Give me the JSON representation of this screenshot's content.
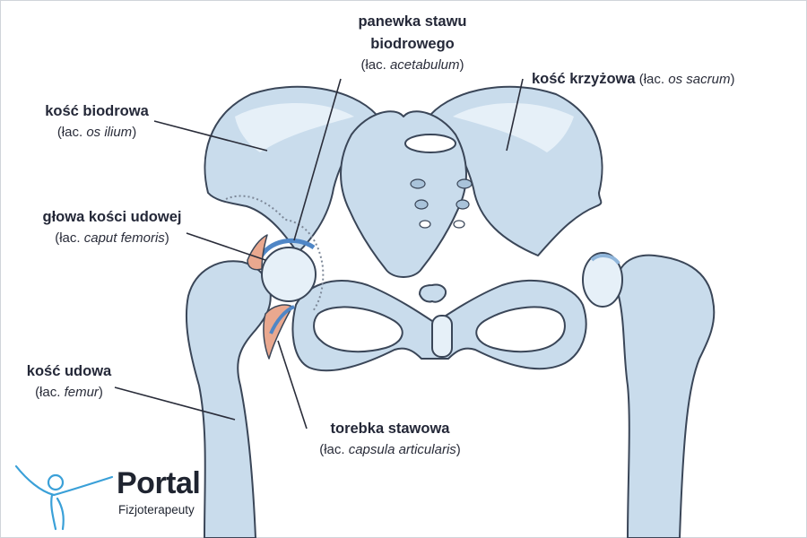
{
  "labels": {
    "ilium": {
      "title": "kość biodrowa",
      "prefix": "(łac. ",
      "latin": "os ilium",
      "suffix": ")"
    },
    "acetabulum": {
      "title_line1": "panewka stawu",
      "title_line2": "biodrowego",
      "prefix": "(łac. ",
      "latin": "acetabulum",
      "suffix": ")"
    },
    "sacrum": {
      "title": "kość krzyżowa",
      "prefix": " (łac. ",
      "latin": "os sacrum",
      "suffix": ")"
    },
    "femoral_head": {
      "title": "głowa kości udowej",
      "prefix": "(łac. ",
      "latin": "caput femoris",
      "suffix": ")"
    },
    "femur": {
      "title": "kość udowa",
      "prefix": "(łac. ",
      "latin": "femur",
      "suffix": ")"
    },
    "capsule": {
      "title": "torebka stawowa",
      "prefix": "(łac. ",
      "latin": "capsula articularis",
      "suffix": ")"
    }
  },
  "logo": {
    "name": "Portal",
    "tagline": "Fizjoterapeuty"
  },
  "colors": {
    "bone_fill": "#c9dcec",
    "bone_shade": "#a9c3da",
    "bone_light": "#e6f0f8",
    "outline": "#3a4658",
    "cartilage": "#4f86c6",
    "capsule": "#e9a88f",
    "logo_accent": "#3aa0d8"
  }
}
